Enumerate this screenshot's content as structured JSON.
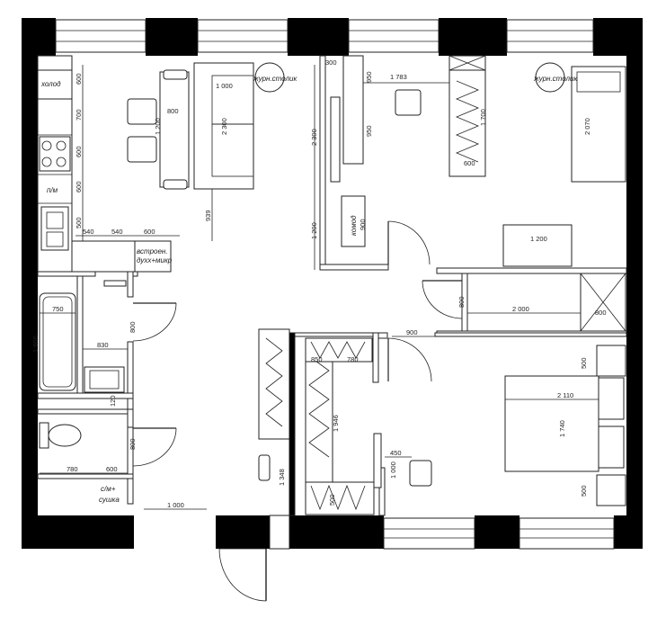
{
  "labels": {
    "fridge": "холод",
    "dishwasher": "п/м",
    "coffee_table_1": "журн.столик",
    "coffee_table_2": "журн.столик",
    "builtin": "встроен.",
    "builtin2": "духх+микр",
    "dresser": "комод",
    "washer": "с/м+",
    "washer2": "сушка"
  },
  "dims": {
    "k600a": "600",
    "k700": "700",
    "k600b": "600",
    "k600c": "600",
    "k540a": "540",
    "k540b": "540",
    "k600d": "600",
    "k500": "500",
    "t800": "800",
    "t1200": "1 200",
    "s1000": "1 000",
    "s2300": "2 300",
    "p939": "939",
    "c300": "300",
    "c950a": "950",
    "c1783": "1 783",
    "c950b": "950",
    "c2300": "2 300",
    "c1200": "1 200",
    "c900": "900",
    "w1700": "1 700",
    "w600": "600",
    "b2070": "2 070",
    "d1200": "1 200",
    "h800": "800",
    "h2000": "2 000",
    "h800b": "800",
    "h900": "900",
    "ba750": "750",
    "ba1600": "1 600",
    "ba830": "830",
    "ba800": "800",
    "ba120": "120",
    "wc800": "800",
    "wc780": "780",
    "wc600": "600",
    "e1000": "1 000",
    "e1348": "1 348",
    "ww850": "850",
    "ww780": "780",
    "ww1946": "1 946",
    "dk450": "450",
    "dk1000": "1 000",
    "dk500": "500",
    "bd500a": "500",
    "bd2110": "2 110",
    "bd1740": "1 740",
    "bd500b": "500"
  }
}
